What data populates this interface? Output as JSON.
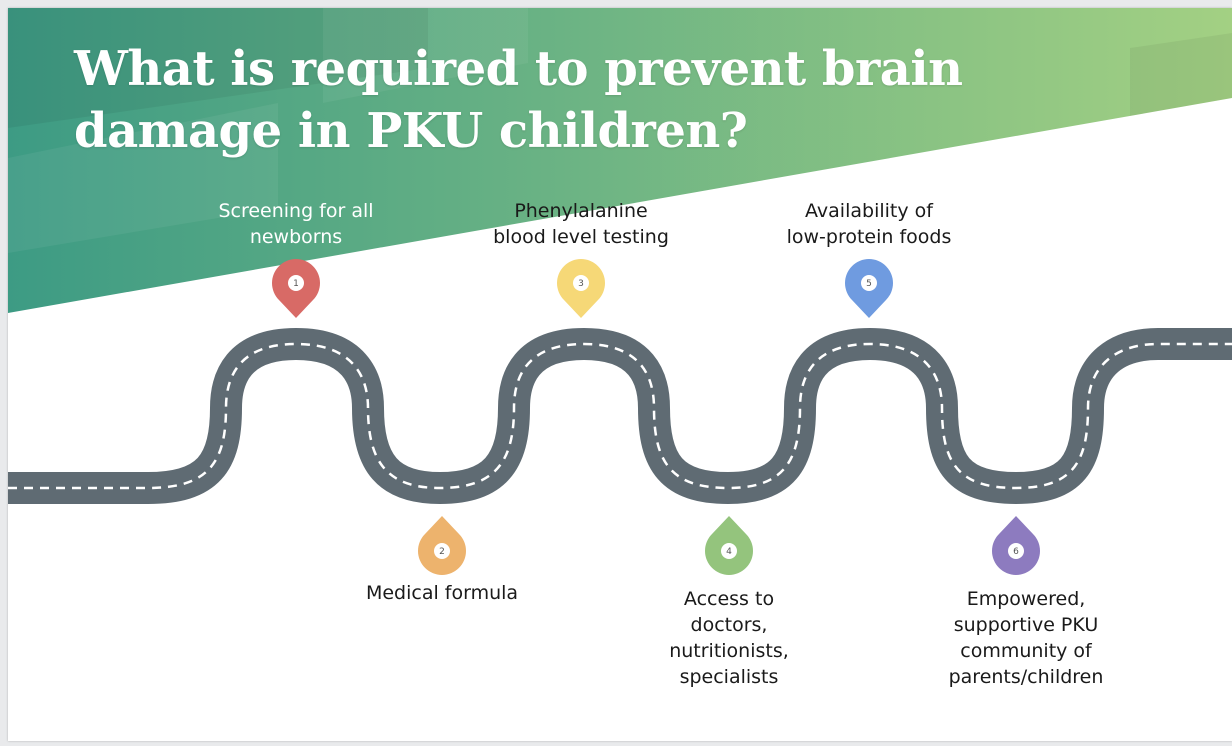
{
  "title": "What is required to prevent brain damage in PKU children?",
  "colors": {
    "banner_start": "#3d9b84",
    "banner_end": "#a3d083",
    "road": "#5f6b73",
    "road_dash": "#ffffff"
  },
  "steps": [
    {
      "number": "1",
      "label": "Screening for all\nnewborns",
      "color": "#d86a66"
    },
    {
      "number": "2",
      "label": "Medical formula",
      "color": "#edb36d"
    },
    {
      "number": "3",
      "label": "Phenylalanine\nblood level testing",
      "color": "#f6d877"
    },
    {
      "number": "4",
      "label": "Access to\ndoctors,\nnutritionists,\nspecialists",
      "color": "#94c47d"
    },
    {
      "number": "5",
      "label": "Availability of\nlow-protein foods",
      "color": "#6f9be0"
    },
    {
      "number": "6",
      "label": "Empowered,\nsupportive PKU\ncommunity of\nparents/children",
      "color": "#8d7bbf"
    }
  ]
}
